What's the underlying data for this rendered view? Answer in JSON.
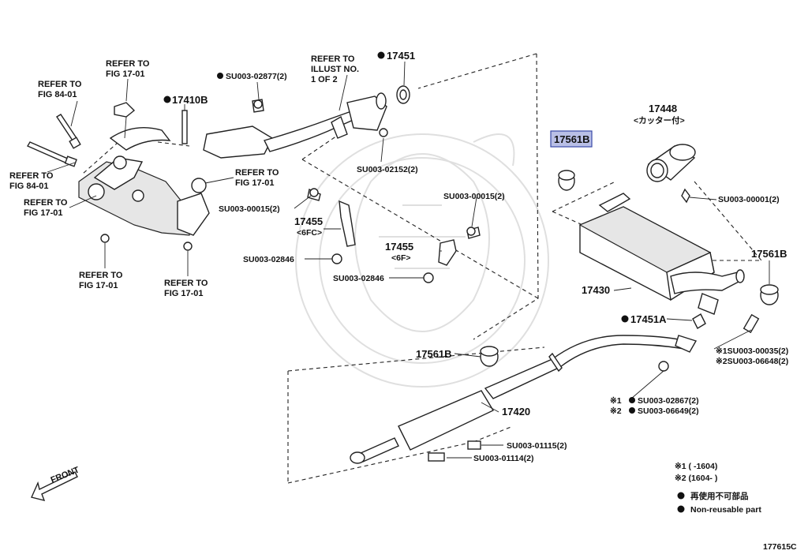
{
  "header_ref": {
    "refer_fig_84_a": [
      "REFER TO",
      "FIG 84-01"
    ],
    "refer_fig_17_a": [
      "REFER TO",
      "FIG 17-01"
    ],
    "refer_fig_84_b": [
      "REFER TO",
      "FIG 84-01"
    ],
    "refer_fig_17_b": [
      "REFER TO",
      "FIG 17-01"
    ],
    "refer_fig_17_c": [
      "REFER TO",
      "FIG 17-01"
    ],
    "refer_fig_17_d": [
      "REFER TO",
      "FIG 17-01"
    ],
    "refer_fig_17_e": [
      "REFER TO",
      "FIG 17-01"
    ],
    "refer_illust": [
      "REFER TO",
      "ILLUST NO.",
      "1 OF 2"
    ]
  },
  "parts": {
    "p17410B": "17410B",
    "p17451": "17451",
    "su_02877": "SU003-02877(2)",
    "su_02152": "SU003-02152(2)",
    "su_00015_a": "SU003-00015(2)",
    "su_00015_b": "SU003-00015(2)",
    "p17455_a": "17455",
    "p17455_a_sub": "<6FC>",
    "p17455_b": "17455",
    "p17455_b_sub": "<6F>",
    "su_02846_a": "SU003-02846",
    "su_02846_b": "SU003-02846",
    "p17561B_hl": "17561B",
    "p17448": "17448",
    "p17448_sub": "<カッター付>",
    "su_00001": "SU003-00001(2)",
    "p17561B_r": "17561B",
    "p17430": "17430",
    "p17451A": "17451A",
    "su_00035": "※1SU003-00035(2)",
    "su_06648": "※2SU003-06648(2)",
    "p17561B_m": "17561B",
    "su_02867": "SU003-02867(2)",
    "su_02867_mark": "※1",
    "su_06649": "SU003-06649(2)",
    "su_06649_mark": "※2",
    "p17420": "17420",
    "su_01115": "SU003-01115(2)",
    "su_01114": "SU003-01114(2)"
  },
  "footnotes": {
    "n1": "※1 (      -1604)",
    "n2": "※2 (1604-      )",
    "legend_jp": "再使用不可部品",
    "legend_en": "Non-reusable part"
  },
  "front_label": "FRONT",
  "diagram_code": "177615C",
  "colors": {
    "highlight_fill": "#b9bfe6",
    "highlight_stroke": "#3a4aa8",
    "ink": "#111111"
  }
}
